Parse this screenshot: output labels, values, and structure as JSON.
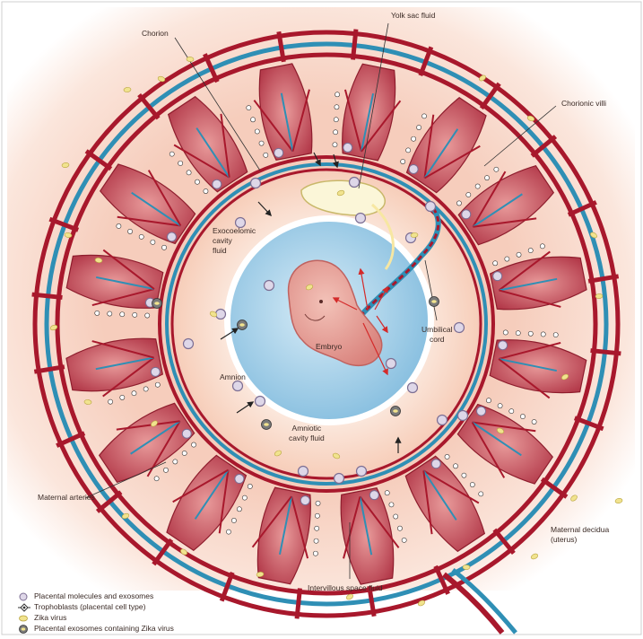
{
  "labels": {
    "yolk_sac_fluid": "Yolk sac fluid",
    "chorion": "Chorion",
    "chorionic_villi": "Chorionic villi",
    "exocoelomic": "Exocoelomic\ncavity\nfluid",
    "embryo": "Embryo",
    "umbilical_cord": "Umbilical\ncord",
    "amnion": "Amnion",
    "amniotic": "Amniotic\ncavity fluid",
    "maternal_arteries": "Maternal arteries",
    "maternal_decidua": "Maternal decidua\n(uterus)",
    "intervillous": "Intervillous space fluid"
  },
  "legend": [
    {
      "icon": "placental-molecule-icon",
      "label": "Placental molecules and exosomes"
    },
    {
      "icon": "trophoblast-icon",
      "label": "Trophoblasts (placental cell type)"
    },
    {
      "icon": "zika-virus-icon",
      "label": "Zika virus"
    },
    {
      "icon": "zika-exosome-icon",
      "label": "Placental exosomes containing Zika virus"
    }
  ],
  "colors": {
    "maternal_artery": "#a8182c",
    "vein_blue": "#2f8fb5",
    "villi": "#c2505d",
    "decidua": "#f4c7b4",
    "amniotic": "#9ccbe6",
    "embryo": "#e9a49d",
    "zika": "#f1e38e",
    "exosome": "#ded7e8"
  }
}
